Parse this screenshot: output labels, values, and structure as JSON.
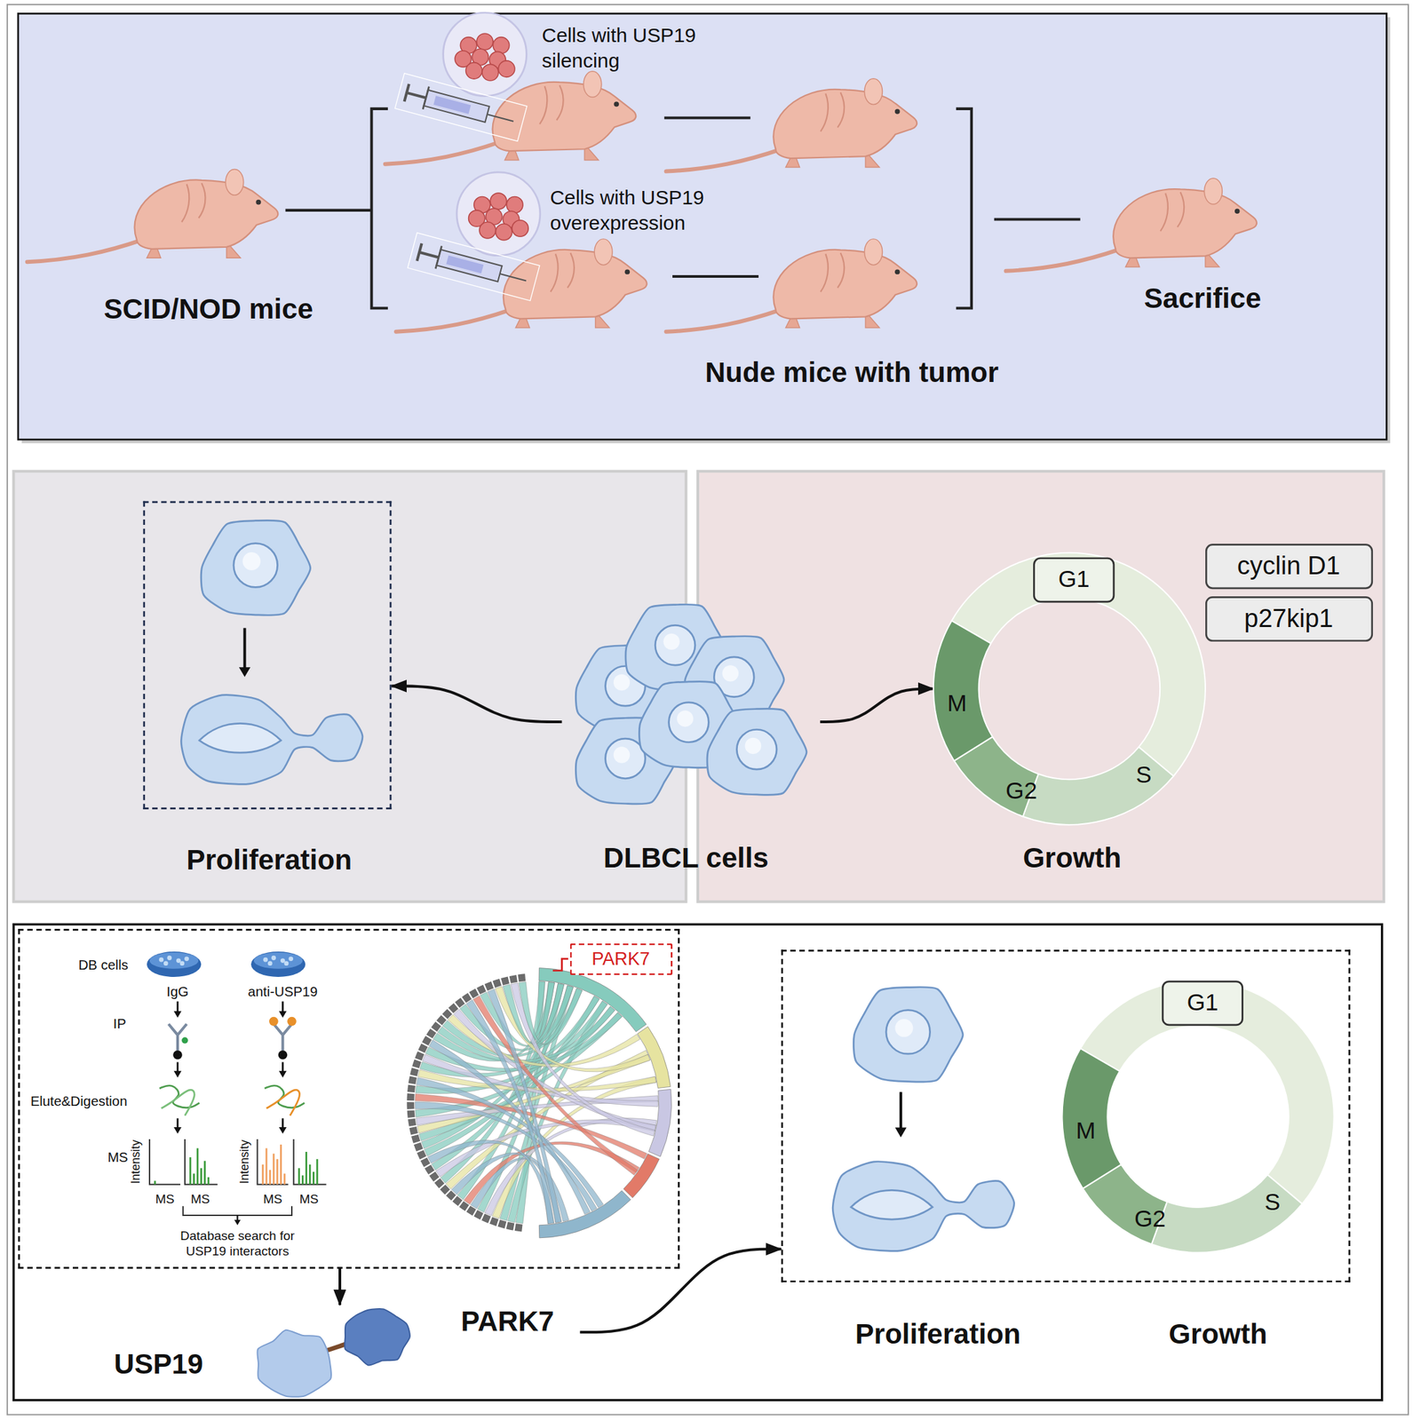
{
  "diagram": {
    "nodes": [
      {
        "text": [
          "Proliferation"
        ]
      },
      {
        "text": [
          "DLBCL cells"
        ]
      },
      {
        "text": [
          "Growth",
          "M",
          "G2",
          "S"
        ]
      },
      {
        "text": [
          "G1"
        ],
        "in": 2
      },
      {
        "text": [
          "cyclin D1"
        ]
      },
      {
        "text": [
          "p27kip1"
        ]
      },
      {
        "text": [
          "DB cells",
          "IgG",
          "anti-USP19",
          "IP",
          "Elute&Digestion",
          "MS",
          "Intensity",
          "MS",
          "MS",
          "Intensity",
          "MS",
          "MS",
          "Database search for USP19 interactors"
        ]
      },
      {
        "text": [
          "PARK7"
        ],
        "in": 6
      },
      {
        "text": [
          "USP19",
          "PARK7"
        ]
      },
      {
        "text": [
          "Proliferation",
          "Growth",
          "M",
          "G2",
          "S"
        ]
      },
      {
        "text": [
          "G1"
        ],
        "in": 9
      }
    ],
    "edges": [
      {
        "from": 1,
        "to": 0,
        "arrow": "to"
      },
      {
        "from": 1,
        "to": 2,
        "arrow": "to"
      },
      {
        "from": 6,
        "to": 8,
        "arrow": "to"
      },
      {
        "from": 8,
        "to": 9,
        "arrow": "to"
      }
    ],
    "labels": [
      "Cells with USP19 silencing",
      "Cells with USP19 overexpression",
      "SCID/NOD mice",
      "Nude mice with tumor",
      "Sacrifice"
    ]
  }
}
